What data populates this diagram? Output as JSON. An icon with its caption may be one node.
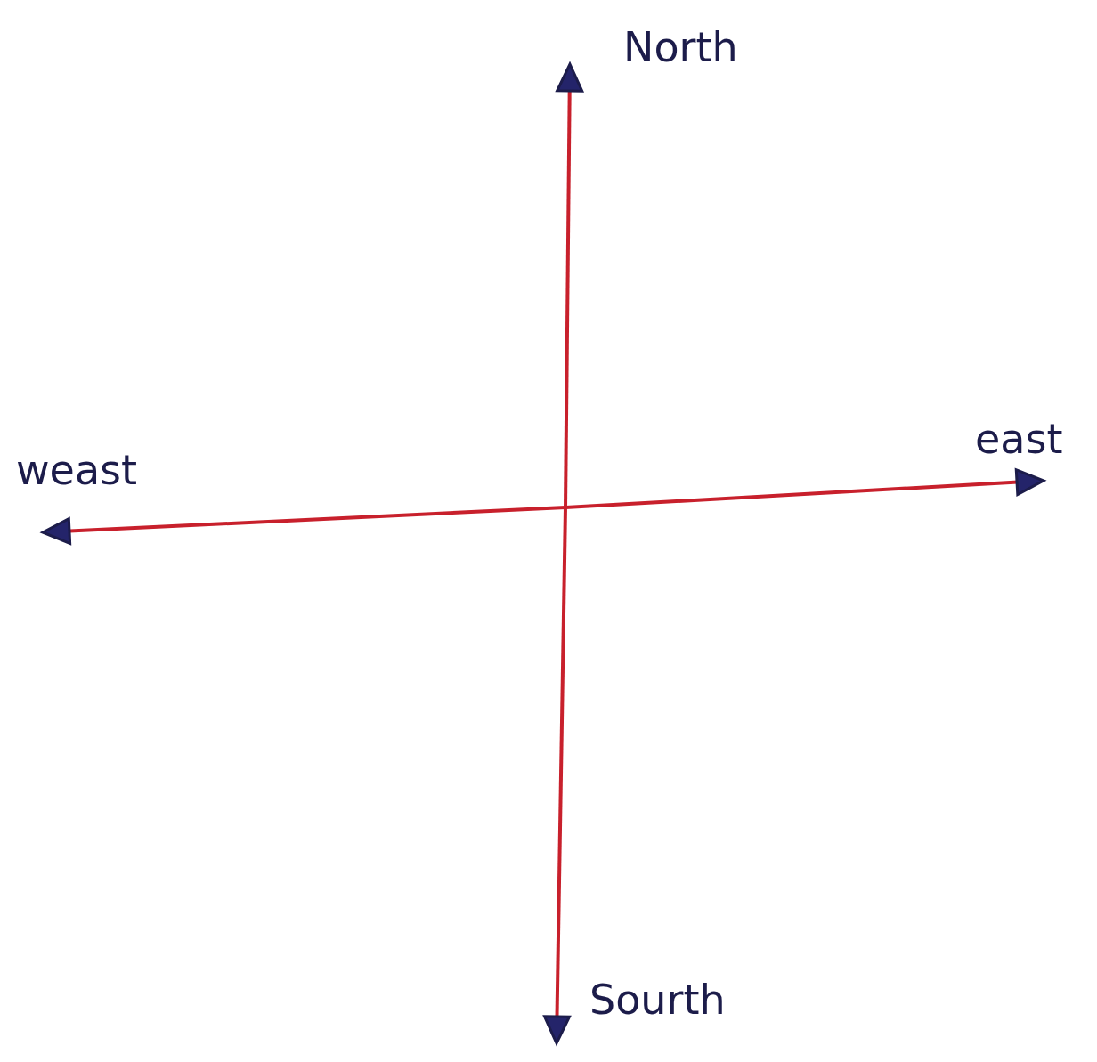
{
  "diagram": {
    "labels": [
      "North",
      "weast",
      "east",
      "Sourth"
    ]
  }
}
